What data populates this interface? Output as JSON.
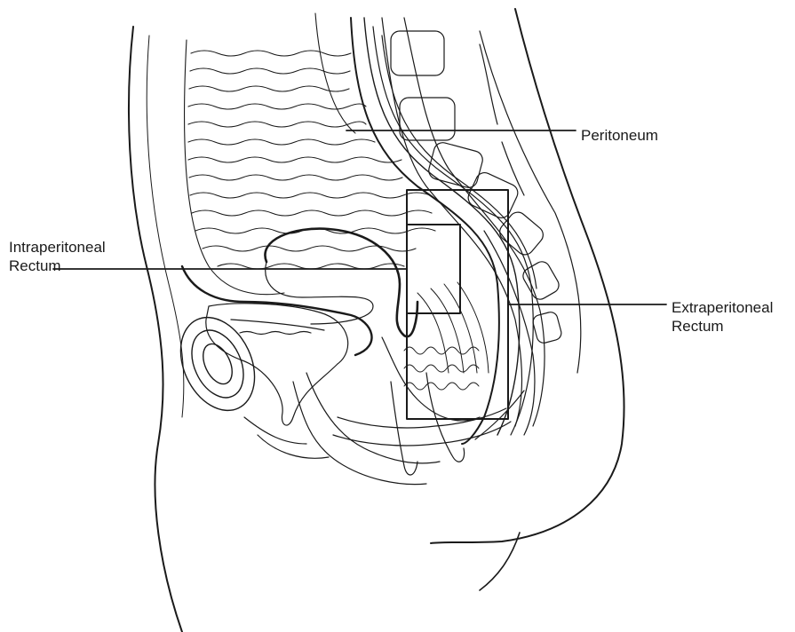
{
  "labels": {
    "peritoneum": "Peritoneum",
    "intraperitoneal": {
      "line1": "Intraperitoneal",
      "line2": "Rectum"
    },
    "extraperitoneal": {
      "line1": "Extraperitoneal",
      "line2": "Rectum"
    }
  },
  "colors": {
    "ink": "#1a1a1a",
    "background": "#ffffff"
  }
}
